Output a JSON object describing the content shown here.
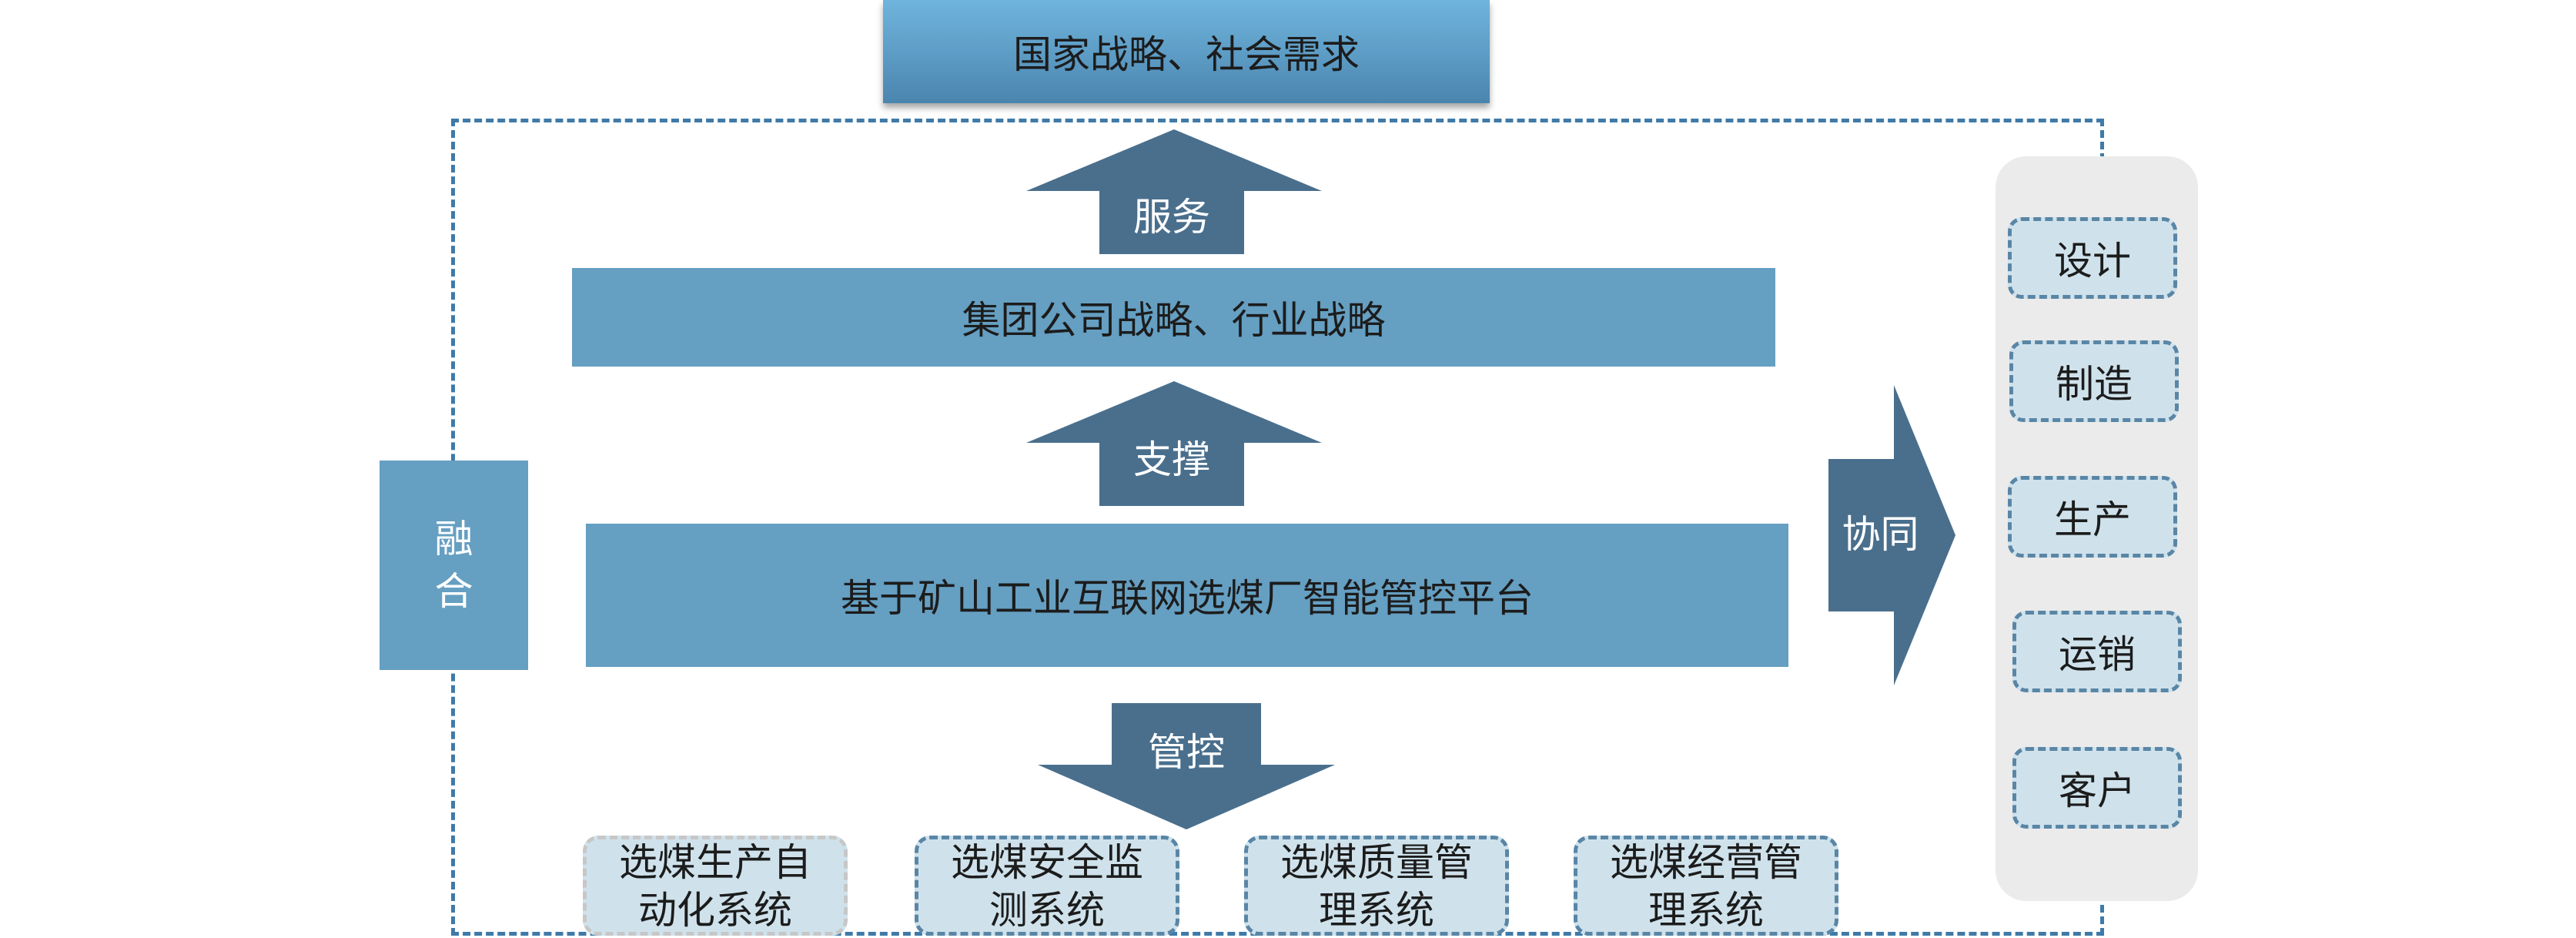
{
  "top": {
    "label": "国家战略、社会需求"
  },
  "group_strategy": {
    "label": "集团公司战略、行业战略"
  },
  "platform": {
    "label": "基于矿山工业互联网选煤厂智能管控平台"
  },
  "fusion": {
    "line1": "融",
    "line2": "合"
  },
  "arrows": {
    "service": "服务",
    "support": "支撑",
    "control": "管控",
    "synergy": "协同"
  },
  "roles": [
    "设计",
    "制造",
    "生产",
    "运销",
    "客户"
  ],
  "systems": [
    {
      "line1": "选煤生产自",
      "line2": "动化系统"
    },
    {
      "line1": "选煤安全监",
      "line2": "测系统"
    },
    {
      "line1": "选煤质量管",
      "line2": "理系统"
    },
    {
      "line1": "选煤经营管",
      "line2": "理系统"
    }
  ],
  "colors": {
    "bar": "#659fc2",
    "arrow": "#4a6f8d",
    "frame": "#3f7aa8",
    "role_fill": "#cfe2ec",
    "panel": "#ebebeb"
  }
}
